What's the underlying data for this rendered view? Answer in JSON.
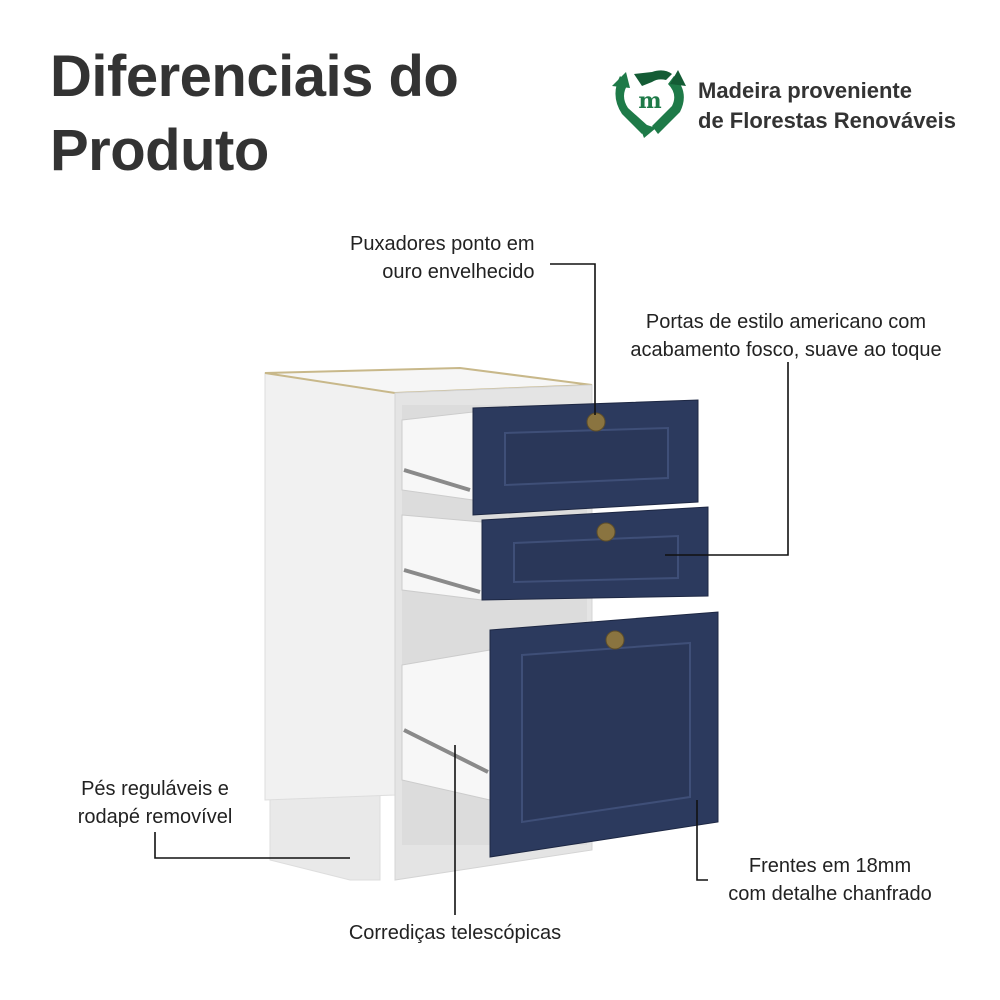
{
  "header": {
    "title_line1": "Diferenciais do",
    "title_line2": "Produto"
  },
  "badge": {
    "logo_letter": "m",
    "line1": "Madeira proveniente",
    "line2": "de Florestas Renováveis",
    "color": "#1e7a48"
  },
  "callouts": {
    "handles": {
      "line1": "Puxadores ponto em",
      "line2": "ouro envelhecido"
    },
    "doors": {
      "line1": "Portas de estilo americano com",
      "line2": "acabamento fosco, suave ao toque"
    },
    "feet": {
      "line1": "Pés reguláveis e",
      "line2": "rodapé removível"
    },
    "slides": {
      "line1": "Corrediças telescópicas"
    },
    "fronts": {
      "line1": "Frentes em 18mm",
      "line2": "com detalhe chanfrado"
    }
  },
  "colors": {
    "front": "#2c3a5e",
    "carcass": "#f2f2f2",
    "knob": "#8a7440",
    "text": "#333333"
  }
}
